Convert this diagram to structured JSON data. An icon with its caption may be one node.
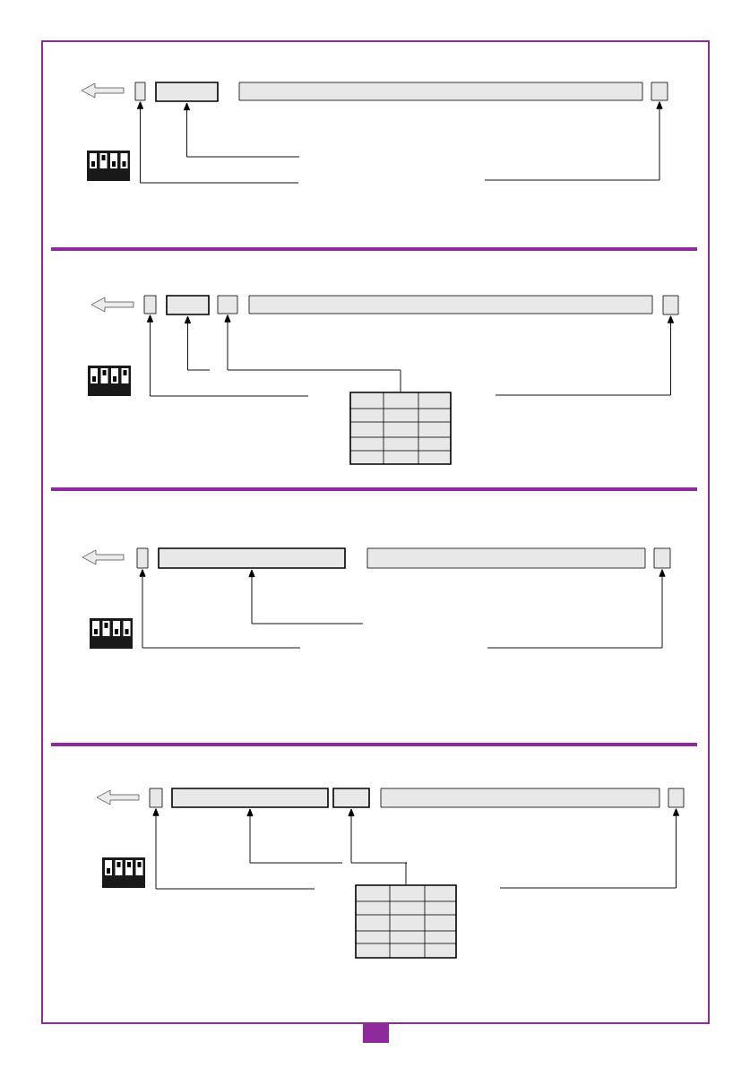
{
  "diagram": {
    "nodes": [
      {
        "text": [],
        "shape": "box"
      },
      {
        "text": [],
        "shape": "box"
      },
      {
        "text": [],
        "shape": "box"
      },
      {
        "text": [],
        "shape": "box"
      },
      {
        "text": [],
        "shape": "box"
      },
      {
        "text": [],
        "shape": "box"
      },
      {
        "text": [],
        "shape": "box"
      },
      {
        "text": [],
        "shape": "box"
      },
      {
        "text": [],
        "shape": "box"
      },
      {
        "text": [],
        "shape": "table"
      },
      {
        "text": [],
        "shape": "box"
      },
      {
        "text": [],
        "shape": "box"
      },
      {
        "text": [],
        "shape": "box"
      },
      {
        "text": [],
        "shape": "box"
      },
      {
        "text": [],
        "shape": "box"
      },
      {
        "text": [],
        "shape": "box"
      },
      {
        "text": [],
        "shape": "box"
      },
      {
        "text": [],
        "shape": "box"
      },
      {
        "text": [],
        "shape": "box"
      },
      {
        "text": [],
        "shape": "table"
      }
    ],
    "edges": [
      {
        "from": null,
        "to": 0,
        "arrow": "to"
      },
      {
        "from": null,
        "to": 1,
        "arrow": "to"
      },
      {
        "from": null,
        "to": 3,
        "arrow": "to"
      },
      {
        "from": null,
        "to": 4,
        "arrow": "to"
      },
      {
        "from": null,
        "to": 5,
        "arrow": "to"
      },
      {
        "from": 9,
        "to": 6,
        "arrow": "to"
      },
      {
        "from": null,
        "to": 8,
        "arrow": "to"
      },
      {
        "from": null,
        "to": 10,
        "arrow": "to"
      },
      {
        "from": null,
        "to": 11,
        "arrow": "to"
      },
      {
        "from": null,
        "to": 13,
        "arrow": "to"
      },
      {
        "from": null,
        "to": 14,
        "arrow": "to"
      },
      {
        "from": null,
        "to": 15,
        "arrow": "to"
      },
      {
        "from": 19,
        "to": 16,
        "arrow": "to"
      },
      {
        "from": null,
        "to": 18,
        "arrow": "to"
      }
    ]
  }
}
